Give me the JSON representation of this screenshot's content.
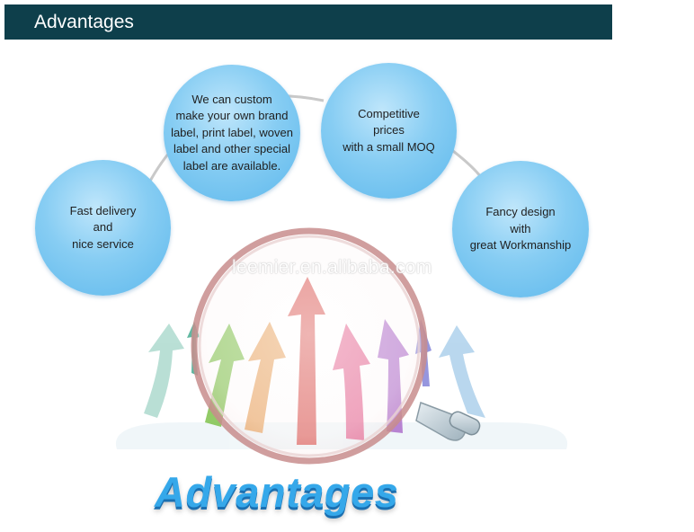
{
  "header": {
    "title": "Advantages"
  },
  "bubbles": [
    {
      "text": "Fast delivery\nand\nnice service"
    },
    {
      "text": "We can custom\nmake your own brand\nlabel, print label, woven\nlabel and other special\nlabel are available."
    },
    {
      "text": "Competitive\nprices\nwith a small MOQ"
    },
    {
      "text": "Fancy design\nwith\ngreat Workmanship"
    }
  ],
  "watermark": "leemier.en.alibaba.com",
  "illustration": {
    "icon": "magnifying-glass-icon",
    "arrow_colors": [
      "#3aa68a",
      "#7fc24c",
      "#e7a15a",
      "#d9534f",
      "#e25a8a",
      "#a45cc4",
      "#6a6ad0",
      "#3a8fd0"
    ]
  },
  "bottom_title": "Advantages",
  "colors": {
    "header_bg": "#0e3f4b",
    "bubble": "#6cc0ef",
    "title_blue": "#35a8ea"
  }
}
